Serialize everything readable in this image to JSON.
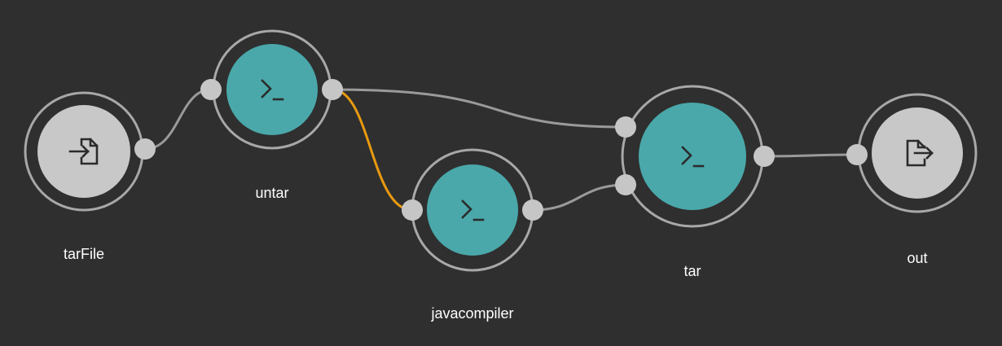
{
  "colors": {
    "background": "#2f2f2f",
    "step_fill": "#4aa8aa",
    "io_fill": "#c8c8c8",
    "ring": "#a8a8a8",
    "port": "#c6c6c6",
    "edge": "#9a9a9a",
    "edge_selected": "#e89a10"
  },
  "nodes": [
    {
      "id": "tarFile",
      "label": "tarFile",
      "kind": "input",
      "icon": "file-import-icon"
    },
    {
      "id": "untar",
      "label": "untar",
      "kind": "step",
      "icon": "terminal-icon"
    },
    {
      "id": "javacompiler",
      "label": "javacompiler",
      "kind": "step",
      "icon": "terminal-icon"
    },
    {
      "id": "tar",
      "label": "tar",
      "kind": "step",
      "icon": "terminal-icon"
    },
    {
      "id": "out",
      "label": "out",
      "kind": "output",
      "icon": "file-export-icon"
    }
  ],
  "edges": [
    {
      "from": "tarFile",
      "to": "untar",
      "selected": false
    },
    {
      "from": "untar",
      "to": "javacompiler",
      "selected": true
    },
    {
      "from": "untar",
      "to": "tar",
      "selected": false
    },
    {
      "from": "javacompiler",
      "to": "tar",
      "selected": false
    },
    {
      "from": "tar",
      "to": "out",
      "selected": false
    }
  ]
}
